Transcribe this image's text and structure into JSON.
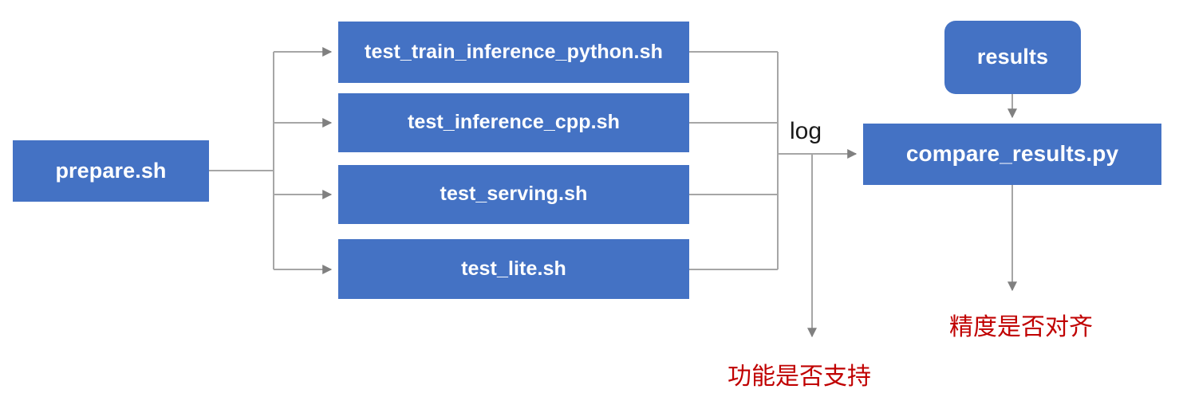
{
  "diagram": {
    "title": "PaddlePaddle TIPC test pipeline flowchart",
    "colors": {
      "node_fill": "#4472C4",
      "node_text": "#FFFFFF",
      "connector": "#A6A6A6",
      "outcome_text": "#C00000",
      "edge_label_text": "#1A1A1A",
      "background": "#FFFFFF"
    },
    "nodes": {
      "prepare": {
        "label": "prepare.sh",
        "shape": "rect"
      },
      "test_train_inference_python": {
        "label": "test_train_inference_python.sh",
        "shape": "rect"
      },
      "test_inference_cpp": {
        "label": "test_inference_cpp.sh",
        "shape": "rect"
      },
      "test_serving": {
        "label": "test_serving.sh",
        "shape": "rect"
      },
      "test_lite": {
        "label": "test_lite.sh",
        "shape": "rect"
      },
      "results": {
        "label": "results",
        "shape": "rounded-rect"
      },
      "compare_results": {
        "label": "compare_results.py",
        "shape": "rect"
      }
    },
    "edge_labels": {
      "log": "log"
    },
    "outcomes": {
      "feature_supported": "功能是否支持",
      "precision_aligned": "精度是否对齐"
    },
    "flow": [
      {
        "from": "prepare",
        "to": "test_train_inference_python",
        "label": ""
      },
      {
        "from": "prepare",
        "to": "test_inference_cpp",
        "label": ""
      },
      {
        "from": "prepare",
        "to": "test_serving",
        "label": ""
      },
      {
        "from": "prepare",
        "to": "test_lite",
        "label": ""
      },
      {
        "from": "test_train_inference_python",
        "to": "log-bus",
        "label": "log"
      },
      {
        "from": "test_inference_cpp",
        "to": "log-bus",
        "label": "log"
      },
      {
        "from": "test_serving",
        "to": "log-bus",
        "label": "log"
      },
      {
        "from": "test_lite",
        "to": "log-bus",
        "label": "log"
      },
      {
        "from": "log-bus",
        "to": "compare_results",
        "label": "log"
      },
      {
        "from": "log-bus",
        "to": "feature_supported",
        "label": ""
      },
      {
        "from": "results",
        "to": "compare_results",
        "label": ""
      },
      {
        "from": "compare_results",
        "to": "precision_aligned",
        "label": ""
      }
    ]
  }
}
